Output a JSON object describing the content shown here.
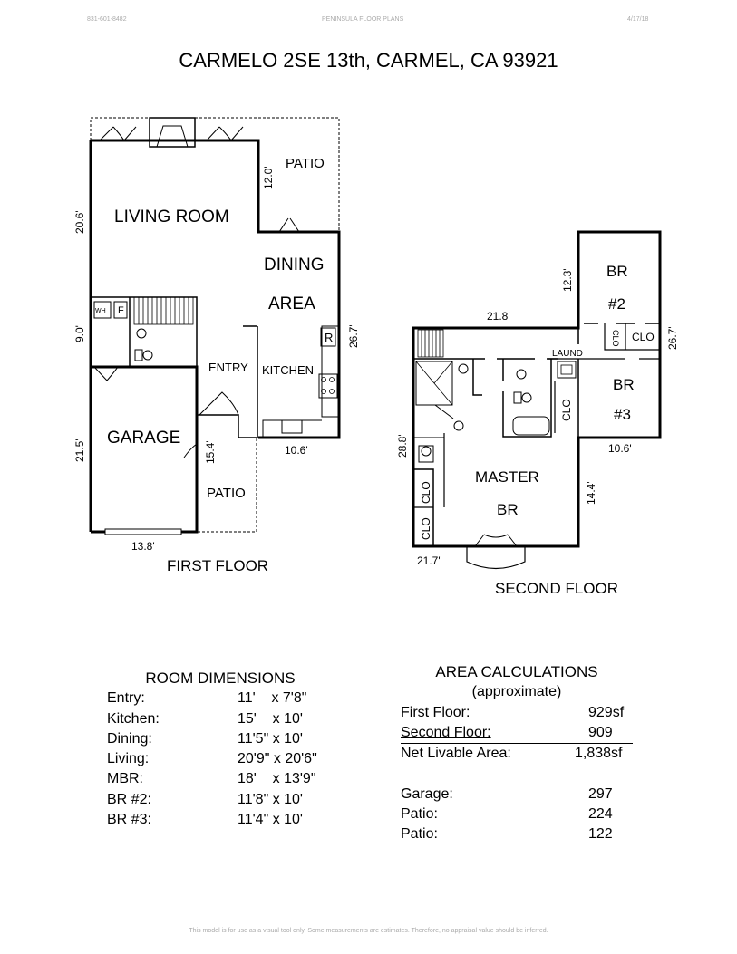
{
  "header": {
    "phone": "831-601-8482",
    "company": "PENINSULA FLOOR PLANS",
    "date": "4/17/18"
  },
  "title": "CARMELO 2SE 13th, CARMEL, CA  93921",
  "first_floor": {
    "caption": "FIRST FLOOR",
    "labels": {
      "living": "LIVING ROOM",
      "patio_top": "PATIO",
      "dining1": "DINING",
      "dining2": "AREA",
      "entry": "ENTRY",
      "kitchen": "KITCHEN",
      "garage": "GARAGE",
      "patio_bottom": "PATIO",
      "wh": "WH",
      "f": "F",
      "r": "R"
    },
    "dims": {
      "d_20_6": "20.6'",
      "d_12_0": "12.0'",
      "d_9_0": "9.0'",
      "d_26_7": "26.7'",
      "d_21_5": "21.5'",
      "d_15_4": "15.4'",
      "d_10_6": "10.6'",
      "d_13_8": "13.8'"
    }
  },
  "second_floor": {
    "caption": "SECOND FLOOR",
    "labels": {
      "br2a": "BR",
      "br2b": "#2",
      "clo_v": "CLO",
      "clo_h": "CLO",
      "laund": "LAUND",
      "clo_bath": "CLO",
      "br3a": "BR",
      "br3b": "#3",
      "master1": "MASTER",
      "master2": "BR",
      "clo_m1": "CLO",
      "clo_m2": "CLO"
    },
    "dims": {
      "d_21_8": "21.8'",
      "d_12_3": "12.3'",
      "d_26_7": "26.7'",
      "d_28_8": "28.8'",
      "d_10_6": "10.6'",
      "d_14_4": "14.4'",
      "d_21_7": "21.7'"
    }
  },
  "room_dimensions": {
    "title": "ROOM DIMENSIONS",
    "rows": [
      {
        "room": "Entry:",
        "dim": "11'    x 7'8\""
      },
      {
        "room": "Kitchen:",
        "dim": "15'    x 10'"
      },
      {
        "room": "Dining:",
        "dim": "11'5\" x 10'"
      },
      {
        "room": "Living:",
        "dim": "20'9\" x 20'6\""
      },
      {
        "room": "MBR:",
        "dim": "18'    x 13'9\""
      },
      {
        "room": "BR #2:",
        "dim": "11'8\" x 10'"
      },
      {
        "room": "BR #3:",
        "dim": "11'4\" x 10'"
      }
    ]
  },
  "area_calculations": {
    "title": "AREA CALCULATIONS",
    "subtitle": "(approximate)",
    "rows": [
      {
        "label": "First Floor:",
        "value": "929sf"
      },
      {
        "label": "Second Floor:",
        "value": "909"
      },
      {
        "label": "Net Livable Area:",
        "value": "1,838sf"
      }
    ],
    "extra": [
      {
        "label": "Garage:",
        "value": "297"
      },
      {
        "label": "Patio:",
        "value": "224"
      },
      {
        "label": "Patio:",
        "value": "122"
      }
    ]
  },
  "footer": "This model is for use as a visual tool only.  Some measurements are estimates.  Therefore, no appraisal value should be inferred."
}
